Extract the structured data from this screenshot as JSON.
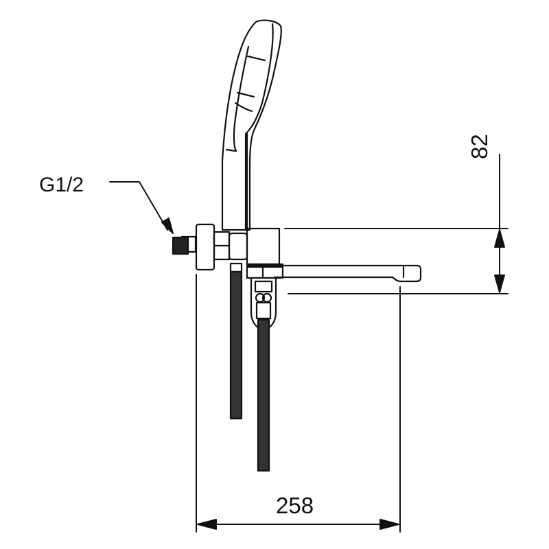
{
  "drawing": {
    "subject": "wall-mounted bath mixer with hand shower, side view",
    "line_color": "#111111",
    "background": "#ffffff"
  },
  "labels": {
    "thread": "G1/2",
    "horizontal_dimension": "258",
    "vertical_dimension": "82"
  }
}
